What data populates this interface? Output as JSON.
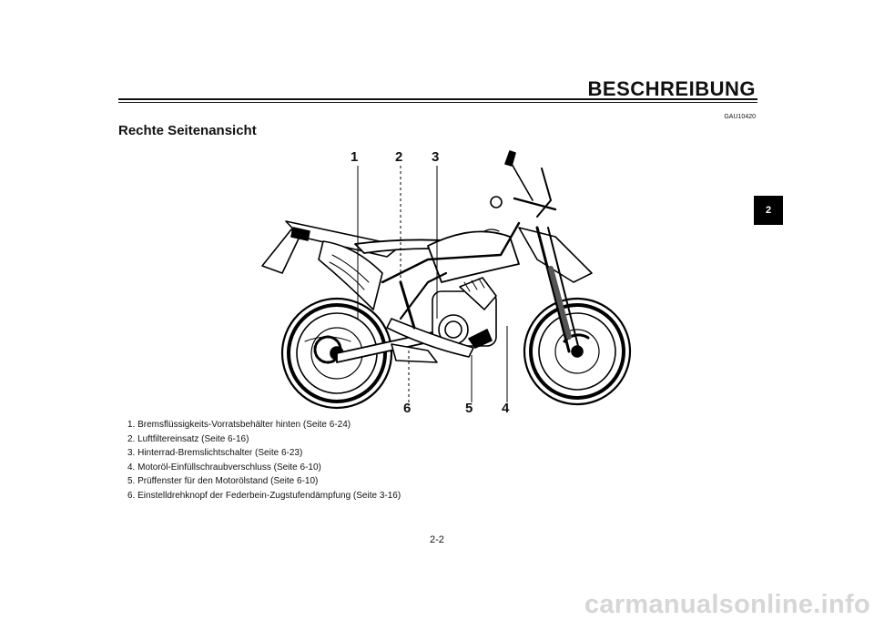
{
  "header": {
    "title": "BESCHREIBUNG",
    "code": "GAU10420"
  },
  "section": {
    "title": "Rechte Seitenansicht"
  },
  "chapter_tab": "2",
  "callouts": [
    "1",
    "2",
    "3",
    "4",
    "5",
    "6"
  ],
  "legend": [
    "1. Bremsflüssigkeits-Vorratsbehälter hinten (Seite 6-24)",
    "2. Luftfiltereinsatz (Seite 6-16)",
    "3. Hinterrad-Bremslichtschalter (Seite 6-23)",
    "4. Motoröl-Einfüllschraubverschluss (Seite 6-10)",
    "5. Prüffenster für den Motorölstand (Seite 6-10)",
    "6. Einstelldrehknopf der Federbein-Zugstufendämpfung (Seite 3-16)"
  ],
  "page_number": "2-2",
  "watermark": "carmanualsonline.info"
}
